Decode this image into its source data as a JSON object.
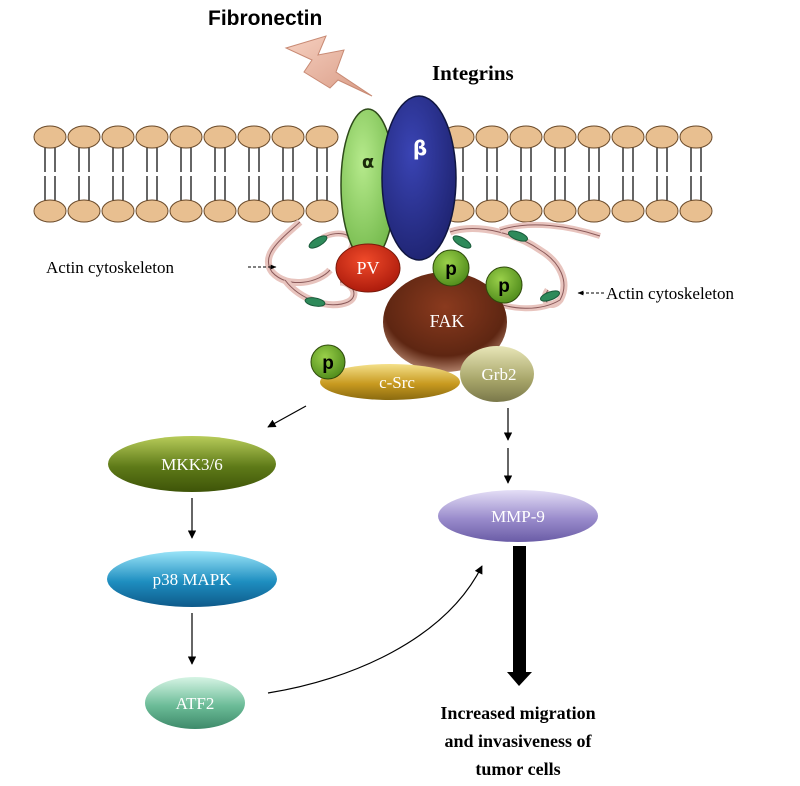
{
  "title_ligand": "Fibronectin",
  "title_receptor": "Integrins",
  "subunits": {
    "alpha": "α",
    "beta": "β"
  },
  "complex": {
    "pv": "PV",
    "fak": "FAK",
    "csrc": "c-Src",
    "grb2": "Grb2"
  },
  "phospho": {
    "label": "p"
  },
  "labels": {
    "actin_left": "Actin cytoskeleton",
    "actin_right": "Actin cytoskeleton"
  },
  "pathway": {
    "mkk": "MKK3/6",
    "p38": "p38 MAPK",
    "atf2": "ATF2",
    "mmp9": "MMP-9"
  },
  "outcome": {
    "line1": "Increased migration",
    "line2": "and invasiveness of",
    "line3": "tumor cells"
  },
  "colors": {
    "lipid_head": "#e8bf90",
    "alpha": "#8fd168",
    "beta": "#2b3290",
    "pv": "#d42a10",
    "fak": "#6a2a14",
    "phospho": "#6aa82a",
    "csrc": "#d9b33a",
    "grb2": "#c5c48a",
    "mkk": "#6c8a22",
    "p38": "#2a9fcc",
    "atf2": "#7ecfaa",
    "mmp9": "#a99ad0"
  }
}
